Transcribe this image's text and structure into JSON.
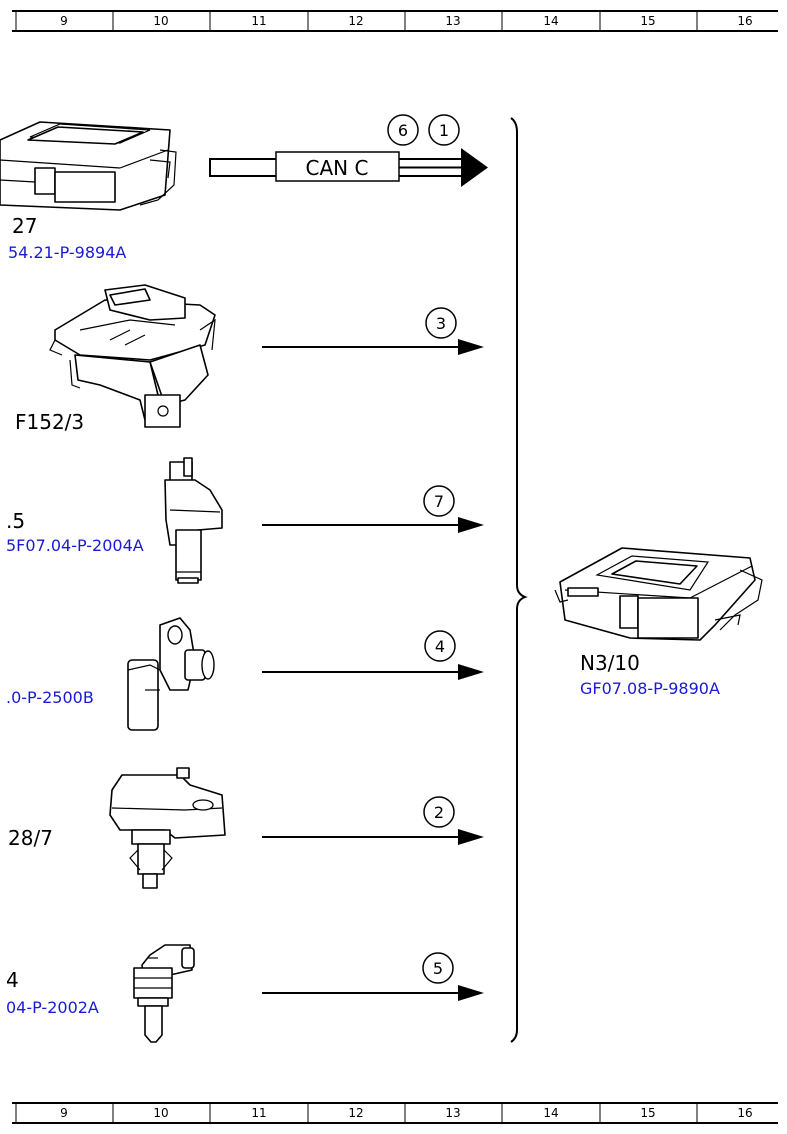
{
  "ruler": {
    "columns": [
      "9",
      "10",
      "11",
      "12",
      "13",
      "14",
      "15",
      "16"
    ]
  },
  "bus": {
    "label": "CAN C",
    "numbers": [
      "6",
      "1"
    ]
  },
  "signal_numbers": [
    "3",
    "7",
    "4",
    "2",
    "5"
  ],
  "components": {
    "c1": {
      "code": "27",
      "ref": "54.21-P-9894A"
    },
    "c2": {
      "code": "F152/3",
      "ref": ""
    },
    "c3": {
      "code": ".5",
      "ref": "5F07.04-P-2004A"
    },
    "c4": {
      "code": "",
      "ref": ".0-P-2500B"
    },
    "c5": {
      "code": "28/7",
      "ref": ""
    },
    "c6": {
      "code": "4",
      "ref": "04-P-2002A"
    },
    "target": {
      "code": "N3/10",
      "ref": "GF07.08-P-9890A"
    }
  },
  "icons": [
    "control-unit-icon",
    "fuse-relay-module-icon",
    "speed-sensor-icon",
    "camshaft-sensor-icon",
    "pressure-sensor-icon",
    "temperature-sensor-icon"
  ]
}
